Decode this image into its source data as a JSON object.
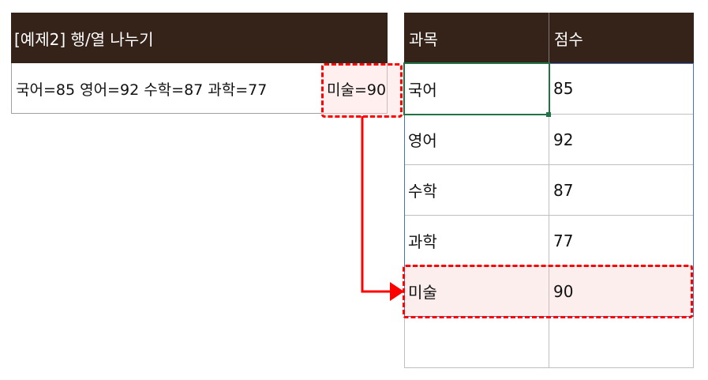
{
  "source": {
    "title": "[예제2] 행/열 나누기",
    "text": "국어=85 영어=92 수학=87 과학=77",
    "highlight": "미술=90"
  },
  "table": {
    "headers": [
      "과목",
      "점수"
    ],
    "rows": [
      {
        "subject": "국어",
        "score": "85"
      },
      {
        "subject": "영어",
        "score": "92"
      },
      {
        "subject": "수학",
        "score": "87"
      },
      {
        "subject": "과학",
        "score": "77"
      },
      {
        "subject": "미술",
        "score": "90"
      },
      {
        "subject": "",
        "score": ""
      }
    ]
  },
  "colors": {
    "header_bg": "#35231a",
    "highlight_border": "#ff0000",
    "highlight_fill": "#fdeeee",
    "selection_border": "#217346"
  }
}
